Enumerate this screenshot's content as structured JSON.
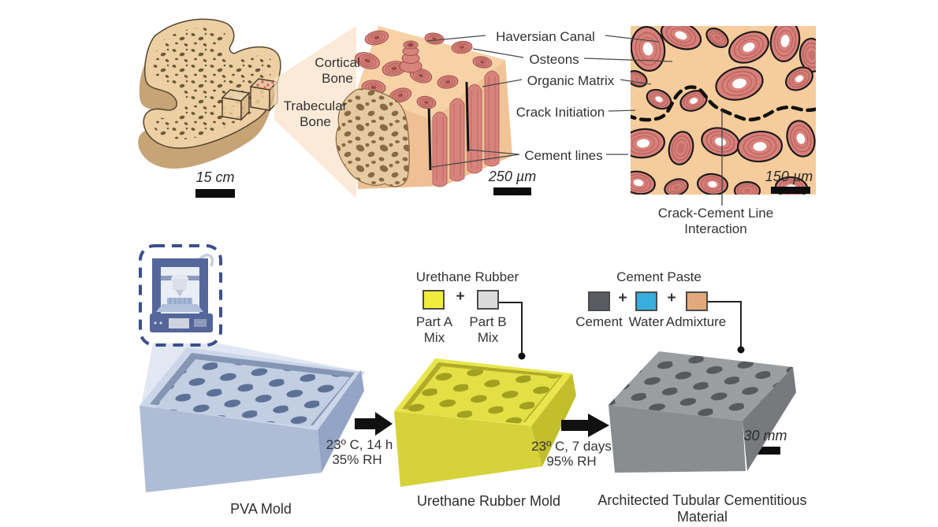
{
  "colors": {
    "part_a": "#f0ec3d",
    "part_b": "#dadada",
    "cement": "#595c62",
    "water": "#36aede",
    "admixture": "#e2aa7b",
    "pva_mold": "#cbd6e8",
    "urethane_mold": "#e9e64d",
    "cement_block": "#9b9ea1"
  },
  "top_panel": {
    "cortical_bone_label": "Cortical\nBone",
    "trabecular_bone_label": "Trabecular\nBone",
    "annotations": {
      "haversian_canal": "Haversian Canal",
      "osteons": "Osteons",
      "organic_matrix": "Organic Matrix",
      "crack_initiation": "Crack Initiation",
      "cement_lines": "Cement lines",
      "crack_cement_interaction": "Crack-Cement Line\nInteraction"
    },
    "scale_bars": {
      "whole_bone": "15 cm",
      "bone_cube": "250 µm",
      "cross_section": "150 µm"
    }
  },
  "bottom_panel": {
    "pva_mold_caption": "PVA Mold",
    "step1": {
      "conditions": "23º C, 14 h",
      "humidity": "35% RH"
    },
    "urethane_legend": {
      "title": "Urethane Rubber",
      "part_a": "Part A\nMix",
      "part_b": "Part B\nMix",
      "plus": "+"
    },
    "urethane_mold_caption": "Urethane Rubber Mold",
    "step2": {
      "conditions": "23º C, 7 days",
      "humidity": "95% RH"
    },
    "cement_legend": {
      "title": "Cement Paste",
      "cement": "Cement",
      "water": "Water",
      "admixture": "Admixture",
      "plus": "+"
    },
    "final_caption": "Architected Tubular Cementitious\nMaterial",
    "scale_bar": "30 mm"
  }
}
